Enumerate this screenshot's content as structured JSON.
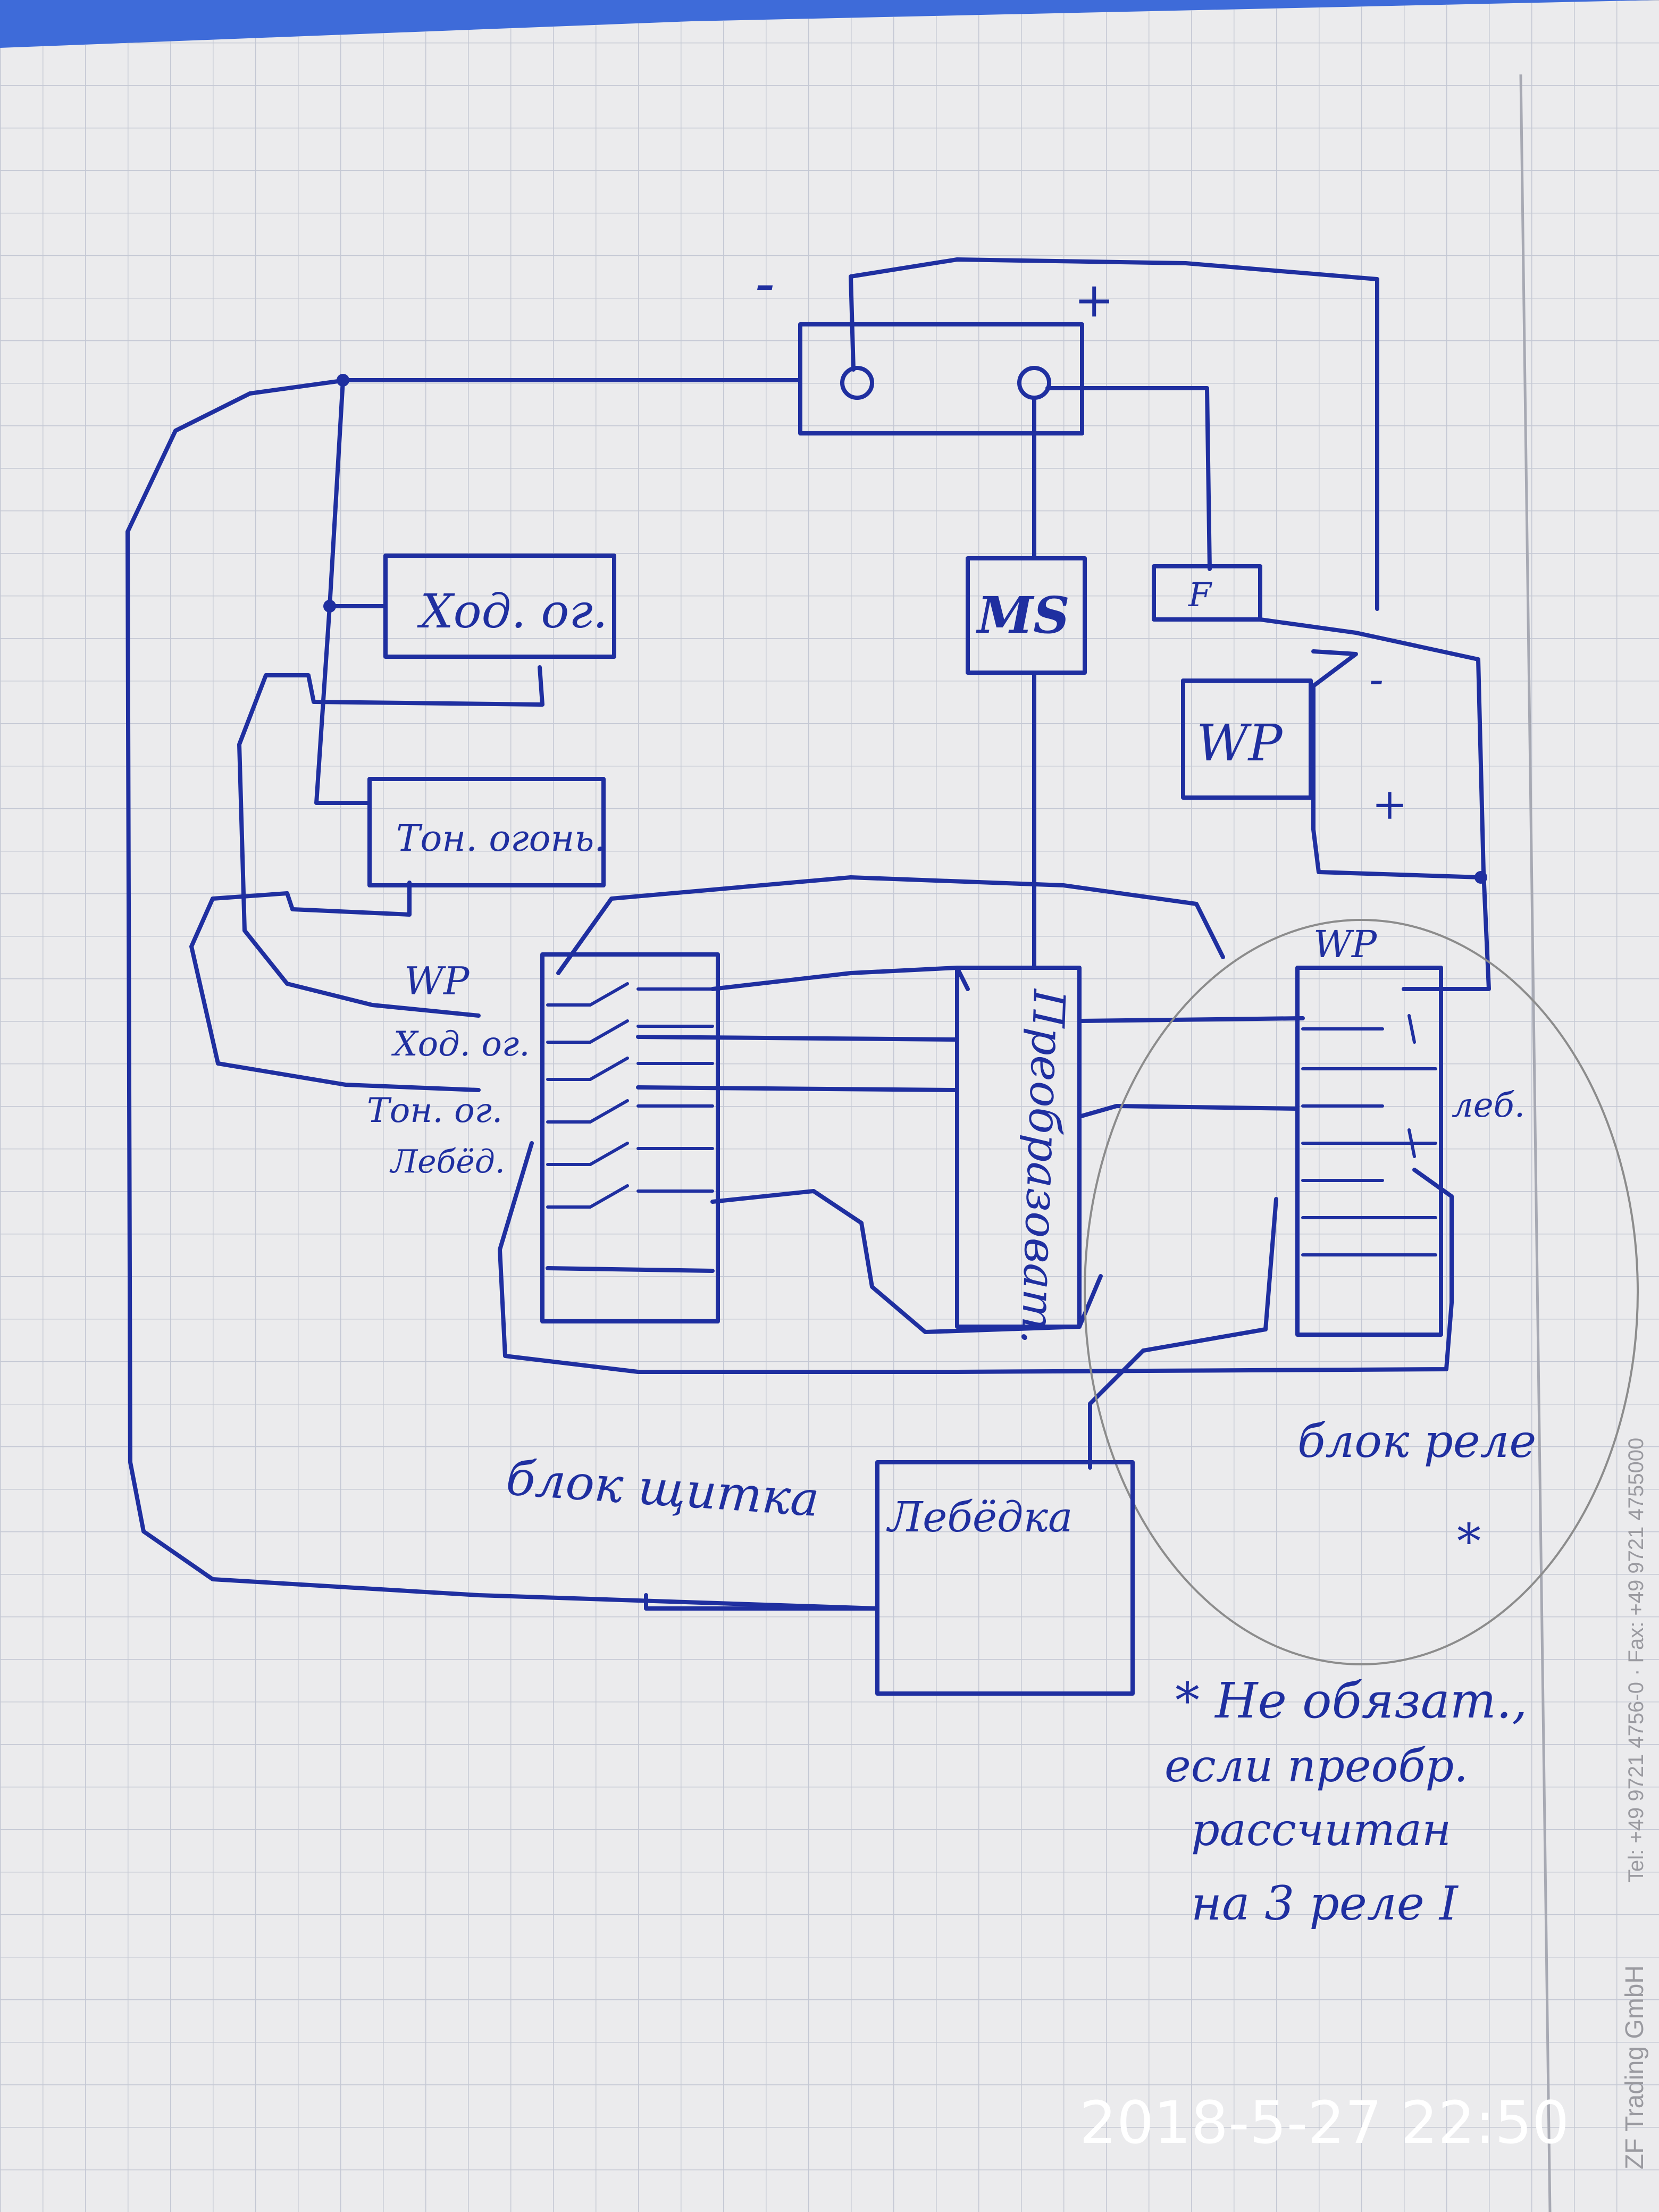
{
  "diagram": {
    "battery": {
      "minus_label": "-",
      "plus_label": "+"
    },
    "boxes": {
      "running_lights": "Ход. ог.",
      "fog_lights": "Тон. огонь.",
      "main_switch": "MS",
      "fuse": "F",
      "winch_power": "WP",
      "winch_power_minus": "-",
      "winch_power_plus": "+",
      "converter": "Преобразоват.",
      "winch": "Лебёдка"
    },
    "switch_labels": [
      "WP",
      "Ход. ог.",
      "Тон. ог.",
      "Лебёд."
    ],
    "relay_block": {
      "top_label": "WP",
      "side_label": "леб.",
      "title": "блок реле",
      "asterisk": "*"
    },
    "switch_block": {
      "title": "блок щитка"
    },
    "note": {
      "lines": [
        "* Не обязат.,",
        "если преобр.",
        "рассчитан",
        "на 3 реле I"
      ]
    }
  },
  "paper": {
    "vendor_print": "ZF Trading GmbH",
    "contact_print": "Tel: +49 9721 4756-0 · Fax: +49 9721 4755000"
  },
  "photo": {
    "timestamp": "2018-5-27  22:50"
  },
  "colors": {
    "ink": "#1f2fa0",
    "paper": "#ebebed",
    "grid": "#c4c8d4",
    "background": "#3e6bd9"
  }
}
